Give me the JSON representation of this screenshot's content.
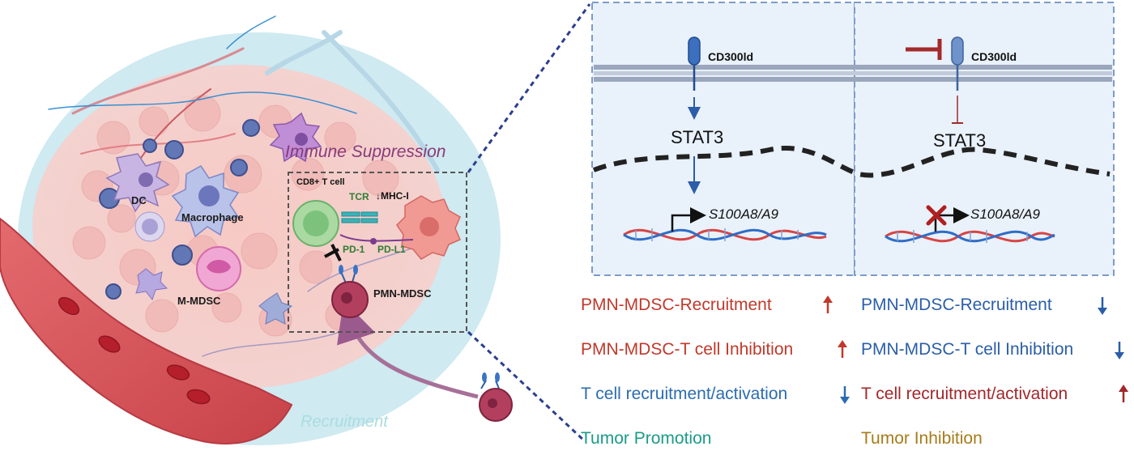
{
  "left_panel": {
    "dc_label": "DC",
    "macrophage_label": "Macrophage",
    "m_mdsc_label": "M-MDSC",
    "immune_suppression_label": "Immune Suppression",
    "recruitment_label": "Recruitment",
    "inset": {
      "cd8_label": "CD8+ T cell",
      "tcr_label": "TCR",
      "mhc_label": "↓MHC-I",
      "pd1_label": "PD-1",
      "pdl1_label": "PD-L1",
      "pmn_label": "PMN-MDSC"
    }
  },
  "right_panel": {
    "left_box": {
      "receptor_label": "CD300ld",
      "stat_label": "STAT3",
      "gene_label": "S100A8/A9"
    },
    "right_box": {
      "receptor_label": "CD300ld",
      "stat_label": "STAT3",
      "gene_label": "S100A8/A9"
    },
    "outcomes_left": [
      {
        "text": "PMN-MDSC-Recruitment",
        "direction": "up",
        "color": "#c0392b"
      },
      {
        "text": "PMN-MDSC-T cell Inhibition",
        "direction": "up",
        "color": "#c0392b"
      },
      {
        "text": "T cell recruitment/activation",
        "direction": "down",
        "color": "#2b6cb0"
      },
      {
        "text": "Tumor Promotion",
        "direction": "none",
        "color": "#1a9c88"
      }
    ],
    "outcomes_right": [
      {
        "text": "PMN-MDSC-Recruitment",
        "direction": "down",
        "color": "#2b5ea7"
      },
      {
        "text": "PMN-MDSC-T cell Inhibition",
        "direction": "down",
        "color": "#2b5ea7"
      },
      {
        "text": "T cell recruitment/activation",
        "direction": "up",
        "color": "#a0282b"
      },
      {
        "text": "Tumor Inhibition",
        "direction": "none",
        "color": "#a67c1a"
      }
    ]
  }
}
